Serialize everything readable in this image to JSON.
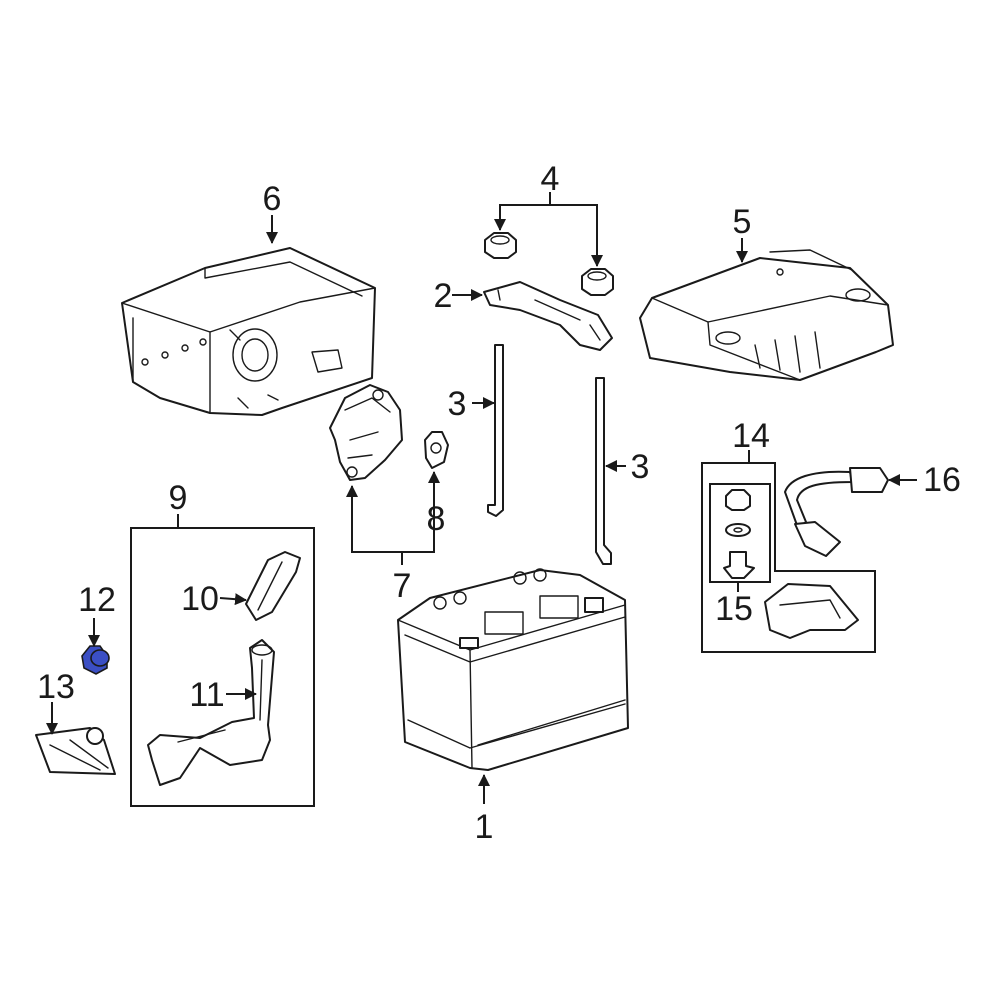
{
  "callouts": {
    "c1": "1",
    "c2": "2",
    "c3a": "3",
    "c3b": "3",
    "c4": "4",
    "c5": "5",
    "c6": "6",
    "c7": "7",
    "c8": "8",
    "c9": "9",
    "c10": "10",
    "c11": "11",
    "c12": "12",
    "c13": "13",
    "c14": "14",
    "c15": "15",
    "c16": "16"
  },
  "highlight_color": "#3b4fc4",
  "highlighted_part": "12"
}
